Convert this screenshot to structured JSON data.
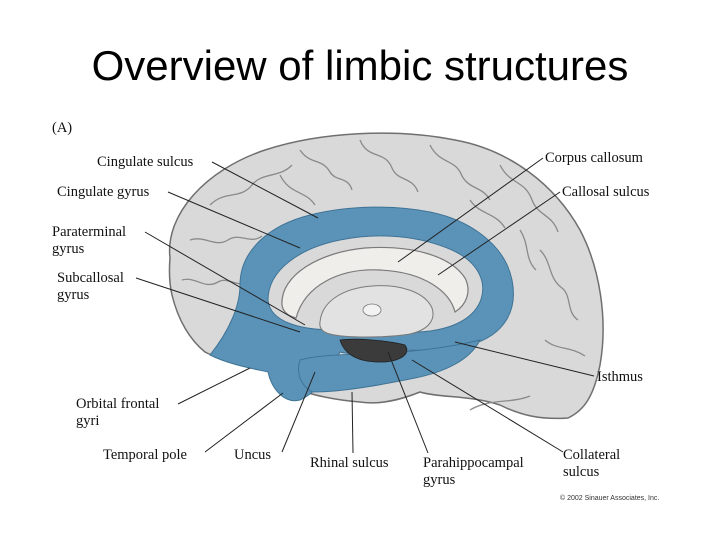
{
  "slide": {
    "title": "Overview of limbic structures"
  },
  "figure": {
    "panel_label": "(A)",
    "copyright": "© 2002 Sinauer Associates, Inc.",
    "colors": {
      "limbic_blue": "#5b93b8",
      "cortex_gray": "#d9d9d9",
      "outline": "#6f6f6f"
    },
    "labels": {
      "cingulate_sulcus": "Cingulate sulcus",
      "cingulate_gyrus": "Cingulate gyrus",
      "paraterminal_1": "Paraterminal",
      "paraterminal_2": "gyrus",
      "subcallosal_1": "Subcallosal",
      "subcallosal_2": "gyrus",
      "orbital_1": "Orbital frontal",
      "orbital_2": "gyri",
      "temporal_pole": "Temporal pole",
      "uncus": "Uncus",
      "rhinal_sulcus": "Rhinal sulcus",
      "parahippocampal_1": "Parahippocampal",
      "parahippocampal_2": "gyrus",
      "collateral_1": "Collateral",
      "collateral_2": "sulcus",
      "isthmus": "Isthmus",
      "callosal_sulcus": "Callosal sulcus",
      "corpus_callosum": "Corpus callosum"
    }
  }
}
